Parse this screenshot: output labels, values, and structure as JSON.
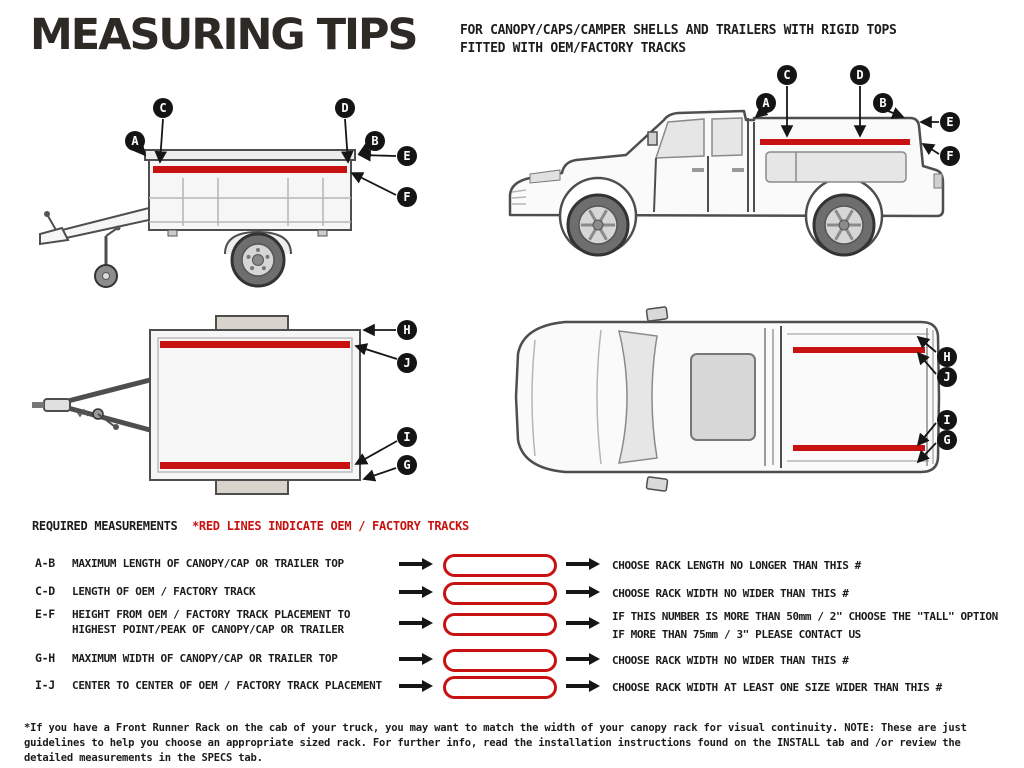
{
  "colors": {
    "track_red": "#c81111",
    "ink": "#1c1c1c",
    "title": "#2d2a26"
  },
  "header": {
    "title": "MEASURING TIPS",
    "subtitle": "FOR CANOPY/CAPS/CAMPER SHELLS AND TRAILERS WITH RIGID TOPS\nFITTED WITH OEM/FACTORY TRACKS"
  },
  "legend": {
    "required": "REQUIRED MEASUREMENTS",
    "red_note": "*RED LINES INDICATE OEM / FACTORY TRACKS"
  },
  "callouts": {
    "letters": {
      "a": "A",
      "b": "B",
      "c": "C",
      "d": "D",
      "e": "E",
      "f": "F",
      "g": "G",
      "h": "H",
      "i": "I",
      "j": "J"
    }
  },
  "measurements": [
    {
      "id": "A-B",
      "desc": "MAXIMUM  LENGTH OF CANOPY/CAP OR TRAILER TOP",
      "result": "CHOOSE RACK LENGTH NO LONGER THAN THIS #"
    },
    {
      "id": "C-D",
      "desc": "LENGTH OF OEM / FACTORY TRACK",
      "result": "CHOOSE RACK WIDTH NO WIDER THAN THIS #"
    },
    {
      "id": "E-F",
      "desc": "HEIGHT FROM OEM / FACTORY TRACK PLACEMENT TO\nHIGHEST POINT/PEAK OF CANOPY/CAP OR TRAILER",
      "result": "IF THIS NUMBER IS MORE THAN 50mm / 2\" CHOOSE THE \"TALL\" OPTION\nIF MORE THAN 75mm / 3\" PLEASE CONTACT US"
    },
    {
      "id": "G-H",
      "desc": "MAXIMUM  WIDTH OF CANOPY/CAP OR TRAILER TOP",
      "result": "CHOOSE RACK WIDTH NO WIDER THAN THIS #"
    },
    {
      "id": "I-J",
      "desc": "CENTER TO CENTER OF OEM / FACTORY TRACK PLACEMENT",
      "result": "CHOOSE RACK WIDTH AT LEAST ONE SIZE WIDER THAN THIS #"
    }
  ],
  "footnote": "*If you have a Front Runner Rack on the cab of your truck, you may want to match the width of your canopy rack for visual continuity. NOTE: These are just guidelines to help you choose an appropriate sized rack. For further info, read the installation instructions found on the INSTALL tab and /or review the detailed measurements in the SPECS tab."
}
